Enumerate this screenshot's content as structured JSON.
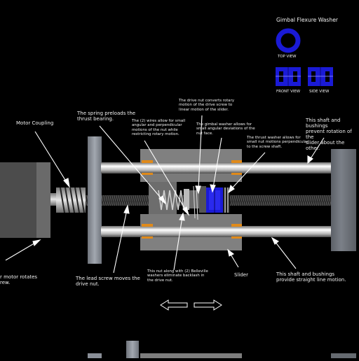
{
  "legend": {
    "title": "Gimbal Flexure Washer",
    "top_view": "TOP VIEW",
    "front_view": "FRONT VIEW",
    "side_view": "SIDE VIEW"
  },
  "labels": {
    "motor_coupling": "Motor Coupling",
    "spring": "The spring preloads the\nthrust bearing.",
    "wires": "The (2) wires allow for small\nangular and perpendicular\nmotions of the nut while\nrestricting rotary motion.",
    "drive_nut": "The drive nut converts rotary\nmotion of the drive screw to\nlinear motion of the slider.",
    "gimbal_washer": "The gimbal washer allows for\nsmall angular deviations of the\nnut face.",
    "thrust_washer": "The thrust washer allows for\nsmall nut motions perpendicular\nto the screw shaft.",
    "shaft_top": "This shaft and bushings\nprevent  rotation of the\nslider about the other.",
    "motor": "r motor rotates\nrew.",
    "lead_screw": "The lead screw moves the\ndrive nut.",
    "nut_belleville": "This nut along with (2) Belleville\nwashers eliminate backlash in\nthe drive nut.",
    "slider": "Slider",
    "shaft_bottom": "This shaft and bushings\nprovide straight line motion."
  },
  "colors": {
    "background": "#000000",
    "label_text": "#f2f2f2",
    "gimbal_blue": "#1a1ad6",
    "bushing_orange": "#e08a1a",
    "plate_gray": "#8a8f98",
    "block_gray": "#7d7d7d",
    "motor_gray": "#5a5a5a"
  },
  "icons": {
    "direction_arrows": "double-outline-arrow-left-right-icon",
    "top_view": "gimbal-ring-top-view-icon",
    "front_view": "gimbal-front-view-icon",
    "side_view": "gimbal-side-view-icon"
  }
}
